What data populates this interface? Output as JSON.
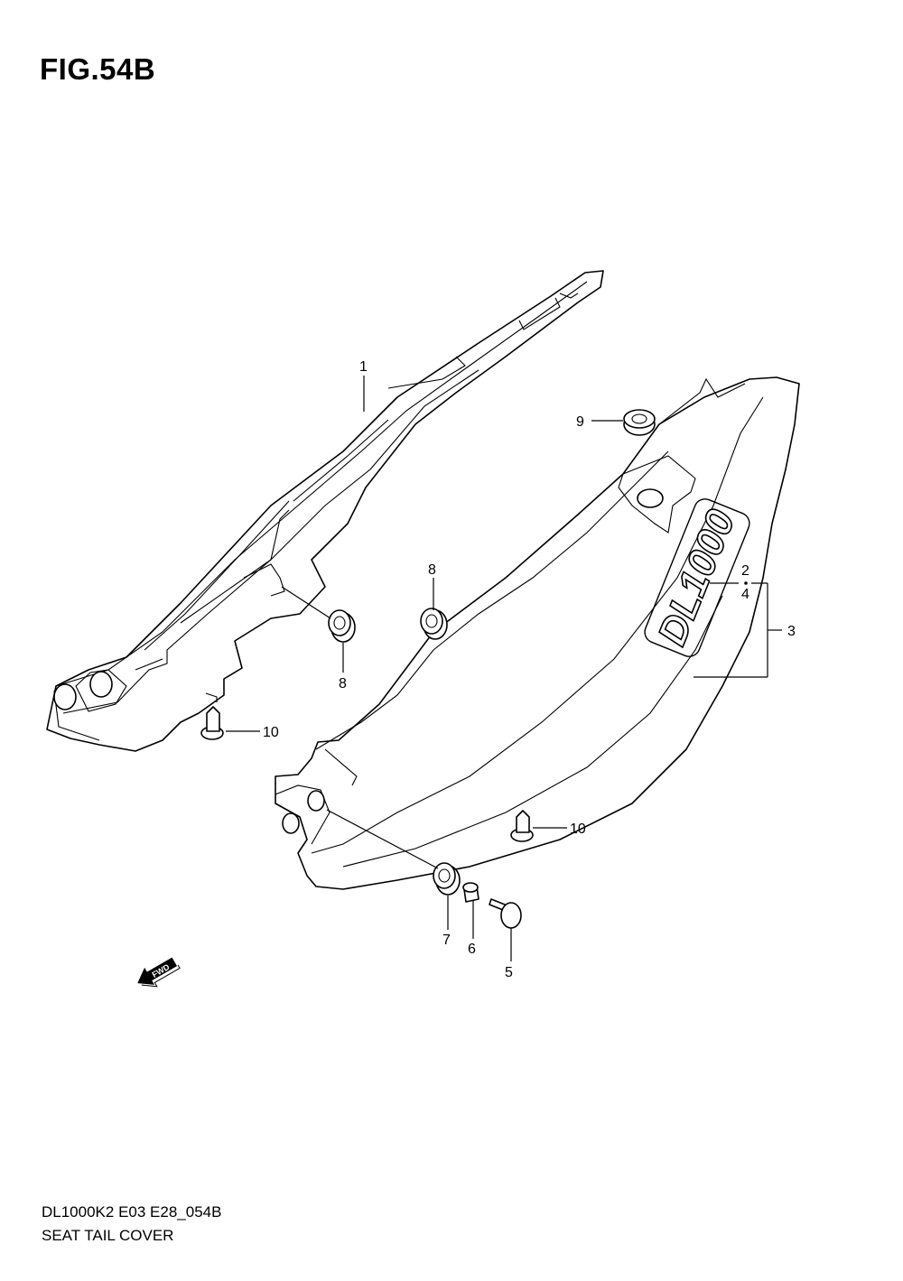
{
  "figure": {
    "title": "FIG.54B",
    "code": "DL1000K2 E03 E28_054B",
    "name": "SEAT TAIL COVER"
  },
  "callouts": [
    {
      "id": "1",
      "label": "1"
    },
    {
      "id": "2",
      "label": "2"
    },
    {
      "id": "3",
      "label": "3"
    },
    {
      "id": "4",
      "label": "4"
    },
    {
      "id": "5",
      "label": "5"
    },
    {
      "id": "6",
      "label": "6"
    },
    {
      "id": "7",
      "label": "7"
    },
    {
      "id": "8a",
      "label": "8"
    },
    {
      "id": "8b",
      "label": "8"
    },
    {
      "id": "9",
      "label": "9"
    },
    {
      "id": "10a",
      "label": "10"
    },
    {
      "id": "10b",
      "label": "10"
    }
  ],
  "cover_lettering": "DL1000",
  "direction_arrow": "FWD"
}
